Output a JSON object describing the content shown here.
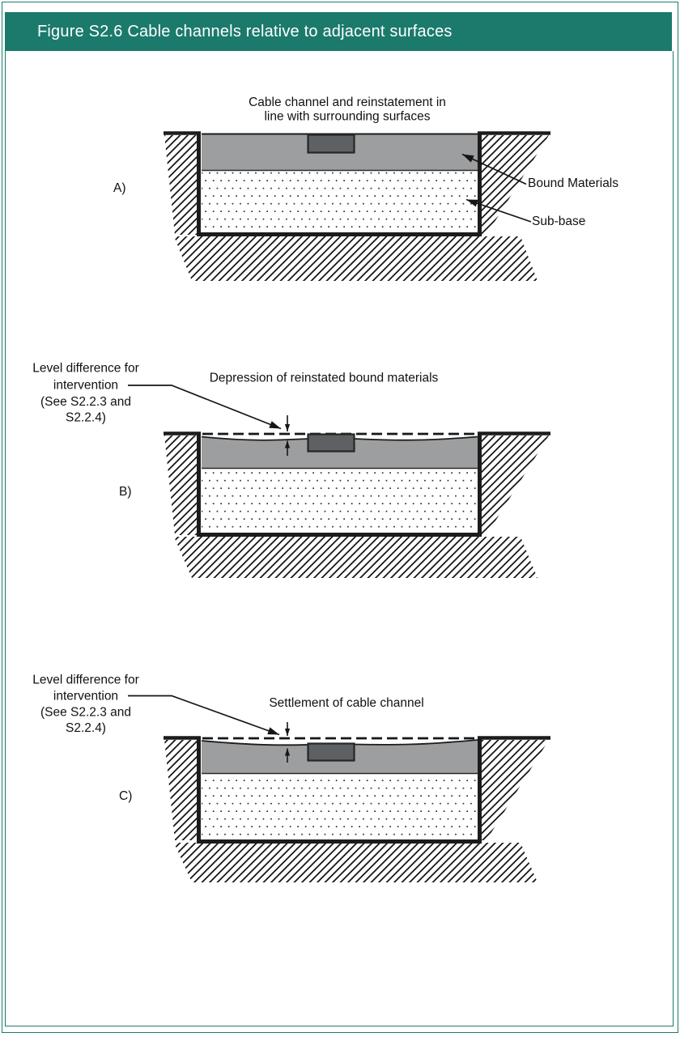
{
  "header": {
    "title": "Figure S2.6 Cable channels relative to adjacent surfaces"
  },
  "colors": {
    "teal": "#1B7A6C",
    "header_text": "#FFFFFF",
    "bound_material": "#9C9EA0",
    "cable_block": "#5E6163",
    "line": "#1C1C1C",
    "background": "#FFFFFF"
  },
  "diagram_a": {
    "label": "A)",
    "title_lines": [
      "Cable channel and reinstatement in",
      "line with surrounding surfaces"
    ],
    "callouts": {
      "bound": "Bound Materials",
      "subbase": "Sub-base"
    }
  },
  "diagram_b": {
    "label": "B)",
    "title": "Depression of reinstated bound materials",
    "note_lines": [
      "Level difference for",
      "intervention",
      "(See S2.2.3 and",
      "S2.2.4)"
    ]
  },
  "diagram_c": {
    "label": "C)",
    "title": "Settlement of cable channel",
    "note_lines": [
      "Level difference for",
      "intervention",
      "(See S2.2.3 and",
      "S2.2.4)"
    ]
  }
}
